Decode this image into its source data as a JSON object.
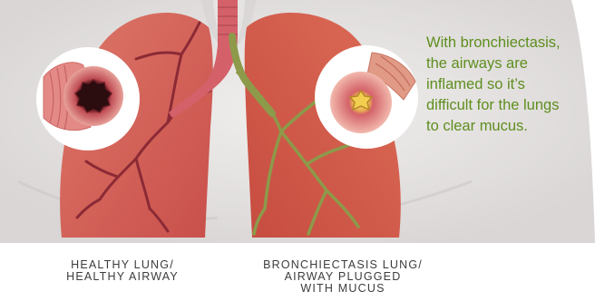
{
  "description_lines": [
    "With bronchiectasis,",
    "the airways are",
    "inflamed so it’s",
    "difficult for the lungs",
    "to clear mucus."
  ],
  "captions": {
    "healthy": [
      "HEALTHY LUNG/",
      "HEALTHY AIRWAY"
    ],
    "bronchiectasis": [
      "BRONCHIECTASIS LUNG/",
      "AIRWAY PLUGGED",
      "WITH MUCUS"
    ]
  },
  "colors": {
    "body_bg": "#e6e4e3",
    "healthy_lung": "#d4655c",
    "diseased_lung": "#cc5a47",
    "trachea": "#d4616a",
    "mucus_airway": "#8c9a4a",
    "text_green": "#5f8e1f",
    "caption_gray": "#3c3c3c"
  },
  "icons": {
    "healthy_airway": "open-airway-cross-section-icon",
    "plugged_airway": "mucus-plugged-airway-cross-section-icon"
  }
}
